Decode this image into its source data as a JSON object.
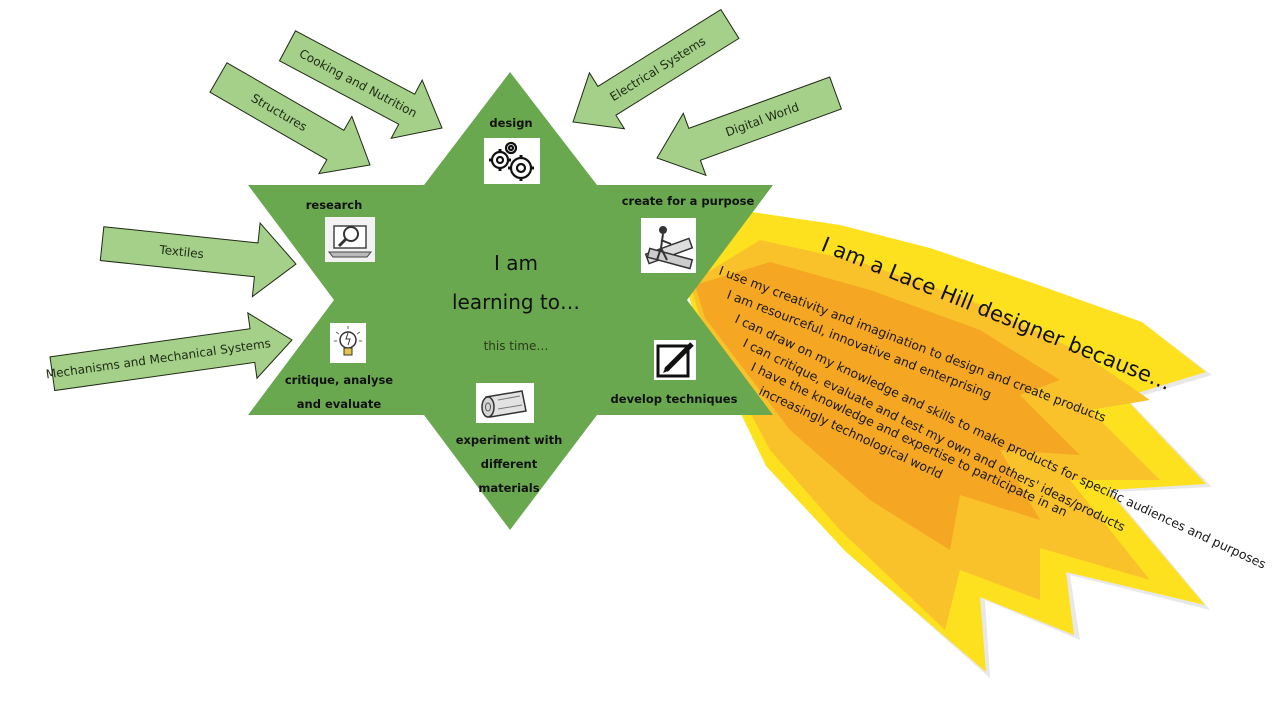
{
  "arrows": {
    "cooking": "Cooking and Nutrition",
    "structures": "Structures",
    "electrical": "Electrical Systems",
    "digital": "Digital World",
    "textiles": "Textiles",
    "mechanisms": "Mechanisms and Mechanical Systems"
  },
  "star_points": {
    "design": "design",
    "research": "research",
    "create_purpose": "create for a purpose",
    "critique_1": "critique, analyse",
    "critique_2": "and evaluate",
    "develop": "develop techniques",
    "experiment_1": "experiment with",
    "experiment_2": "different",
    "experiment_3": "materials"
  },
  "center": {
    "line1": "I am",
    "line2": "learning to…",
    "sub": "this time…"
  },
  "icons": {
    "design": "gears-icon",
    "research": "laptop-magnifier-icon",
    "create_purpose": "sawing-wood-icon",
    "critique": "lightbulb-icon",
    "develop": "pencil-edit-icon",
    "experiment": "log-icon"
  },
  "shooting_star": {
    "title": "I am a Lace Hill designer because…",
    "lines": [
      "I use my creativity and imagination to design and create products",
      "I am resourceful, innovative and enterprising",
      "I can draw on my knowledge and skills to make products for specific audiences and purposes",
      "I can critique, evaluate and test my own and others' ideas/products",
      "I have the knowledge and expertise to participate in an",
      "increasingly technological world"
    ]
  },
  "colors": {
    "star_green": "#6aa84f",
    "arrow_green": "#a4d08a",
    "arrow_stroke": "#1f2a14",
    "yellow": "#fde11f",
    "orange": "#f5a623"
  }
}
